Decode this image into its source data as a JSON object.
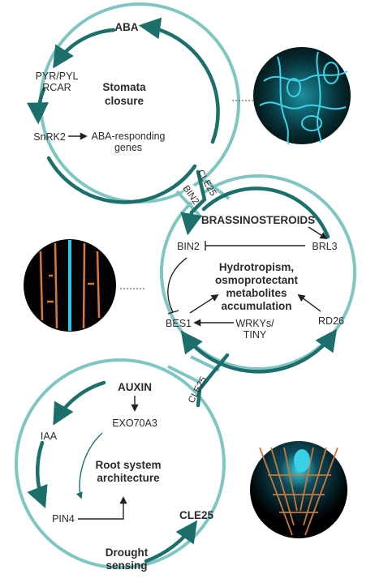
{
  "top": {
    "aba": "ABA",
    "receptor_line1": "PYR/PYL",
    "receptor_line2": "RCAR",
    "snrk2": "SnRK2",
    "responding_line1": "ABA-responding",
    "responding_line2": "genes",
    "center_line1": "Stomata",
    "center_line2": "closure"
  },
  "middle": {
    "brassinosteroids": "BRASSINOSTEROIDS",
    "bin2": "BIN2",
    "brl3": "BRL3",
    "center_line1": "Hydrotropism,",
    "center_line2": "osmoprotectant",
    "center_line3": "metabolites",
    "center_line4": "accumulation",
    "bes1": "BES1",
    "wrkys_line1": "WRKYs/",
    "wrkys_line2": "TINY",
    "rd26": "RD26"
  },
  "bottom": {
    "auxin": "AUXIN",
    "exo70a3": "EXO70A3",
    "iaa": "IAA",
    "center_line1": "Root system",
    "center_line2": "architecture",
    "pin4": "PIN4",
    "cle25": "CLE25",
    "drought_line1": "Drought",
    "drought_line2": "sensing"
  },
  "connectors": {
    "cle25_top": "CLE25",
    "bin2_link": "BIN2",
    "cle25_mid": "CLE25"
  },
  "colors": {
    "outline": "#7fc6c3",
    "arrow": "#1d6f6c",
    "text": "#2b2b2b"
  }
}
